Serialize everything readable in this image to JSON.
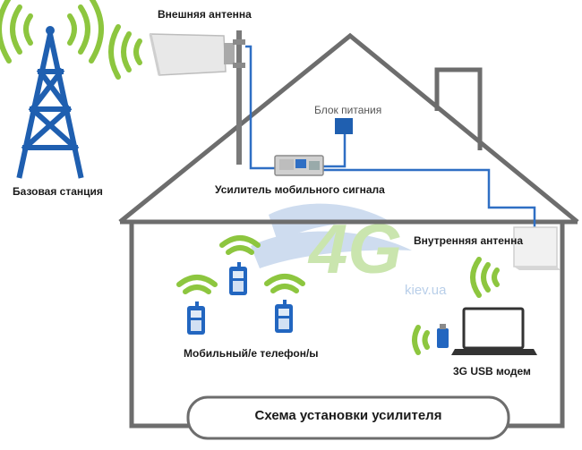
{
  "labels": {
    "base_station": "Базовая станция",
    "external_antenna": "Внешняя антенна",
    "power_supply": "Блок питания",
    "amplifier": "Усилитель мобильного сигнала",
    "internal_antenna": "Внутренняя антенна",
    "mobile_phones": "Мобильный/е телефон/ы",
    "usb_modem": "3G USB модем",
    "caption": "Схема установки усилителя"
  },
  "watermark": {
    "network": "4G",
    "site": "kiev.ua"
  },
  "colors": {
    "outline": "#6d6d6d",
    "tower": "#1f5fb0",
    "cable": "#2f6fc4",
    "signal": "#8dc63f",
    "watermark_green": "#c5e3a6",
    "watermark_blue": "#b9cfe9",
    "phone": "#2266c0"
  },
  "icons": [
    "cell-tower-icon",
    "panel-antenna-icon",
    "power-supply-icon",
    "amplifier-icon",
    "indoor-antenna-icon",
    "mobile-phone-icon",
    "laptop-icon",
    "usb-modem-icon",
    "signal-waves-icon"
  ]
}
